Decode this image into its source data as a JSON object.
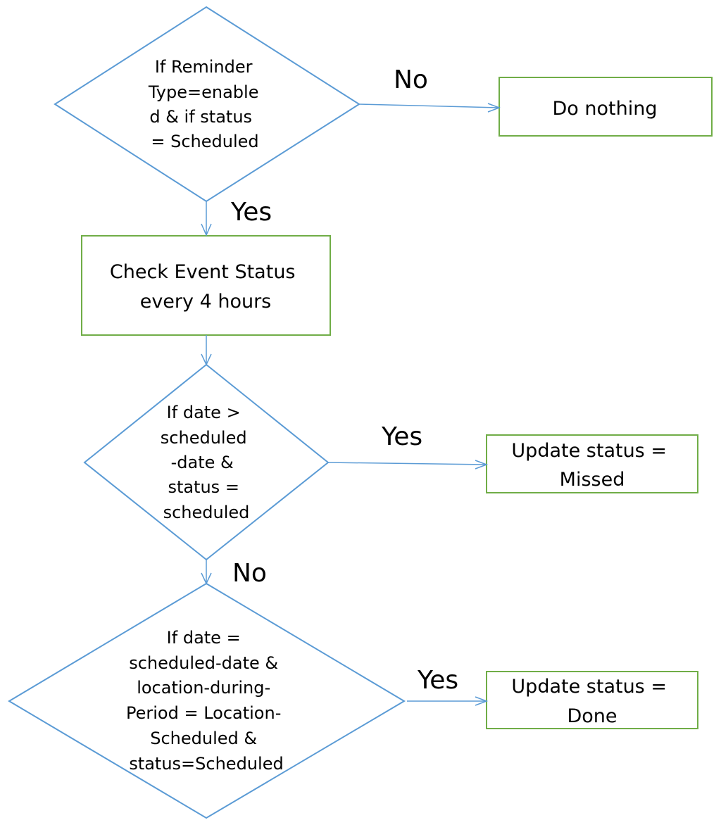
{
  "colors": {
    "decision_stroke": "#5b9bd5",
    "process_stroke": "#70ad47",
    "arrow": "#5b9bd5",
    "text": "#000000",
    "background": "#ffffff"
  },
  "nodes": {
    "decision_1": {
      "shape": "diamond",
      "lines": [
        "If Reminder",
        "Type=enable",
        "d  & if status",
        "= Scheduled"
      ]
    },
    "do_nothing": {
      "shape": "rectangle",
      "lines": [
        "Do nothing"
      ]
    },
    "check_event": {
      "shape": "rectangle",
      "lines": [
        "Check Event Status",
        "every 4 hours"
      ]
    },
    "decision_2": {
      "shape": "diamond",
      "lines": [
        "If date >",
        "scheduled",
        "-date &",
        "status =",
        "scheduled"
      ]
    },
    "update_missed": {
      "shape": "rectangle",
      "lines": [
        "Update status =",
        "Missed"
      ]
    },
    "decision_3": {
      "shape": "diamond",
      "lines": [
        "If date =",
        "scheduled-date &",
        "location-during-",
        "Period = Location-",
        "Scheduled &",
        "status=Scheduled"
      ]
    },
    "update_done": {
      "shape": "rectangle",
      "lines": [
        "Update status =",
        "Done"
      ]
    }
  },
  "edges": {
    "d1_no": {
      "from": "decision_1",
      "to": "do_nothing",
      "label": "No"
    },
    "d1_yes": {
      "from": "decision_1",
      "to": "check_event",
      "label": "Yes"
    },
    "check_to_d2": {
      "from": "check_event",
      "to": "decision_2",
      "label": ""
    },
    "d2_yes": {
      "from": "decision_2",
      "to": "update_missed",
      "label": "Yes"
    },
    "d2_no": {
      "from": "decision_2",
      "to": "decision_3",
      "label": "No"
    },
    "d3_yes": {
      "from": "decision_3",
      "to": "update_done",
      "label": "Yes"
    }
  }
}
